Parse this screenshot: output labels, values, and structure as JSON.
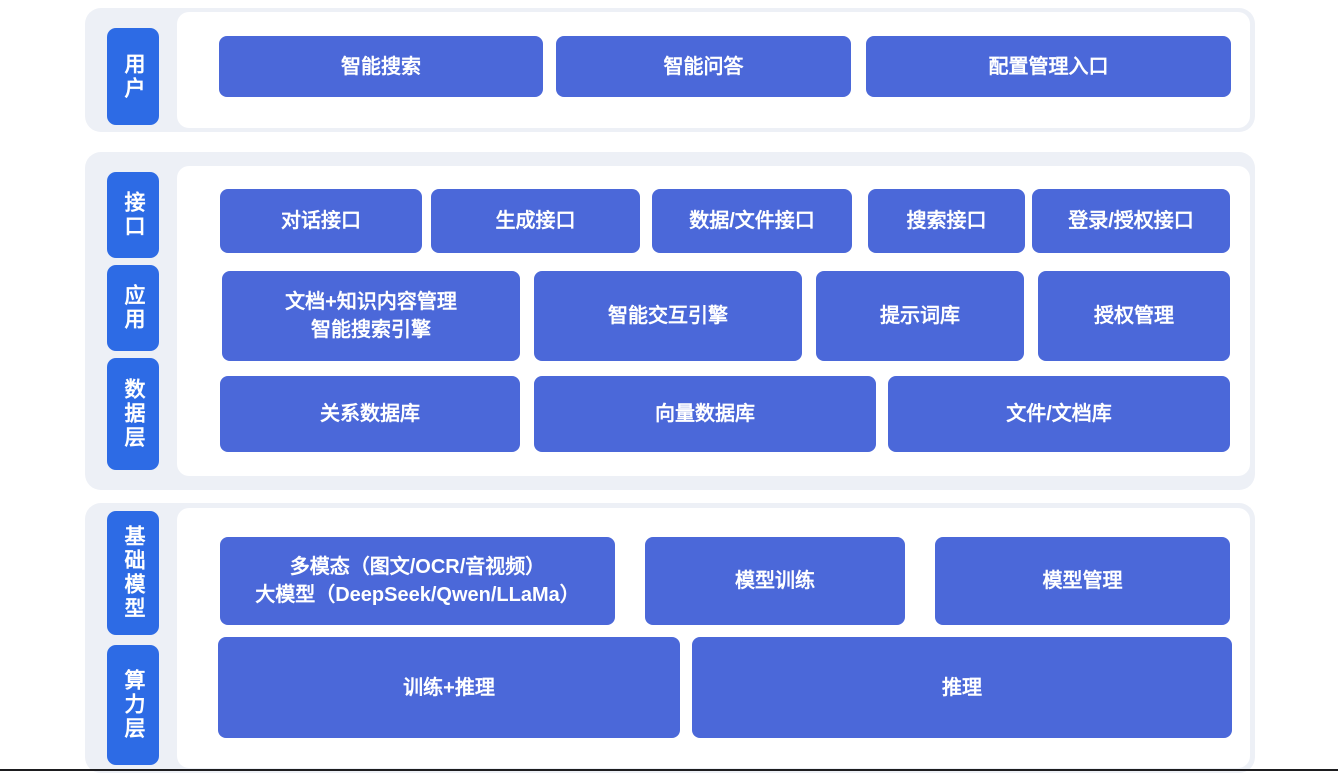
{
  "colors": {
    "section_bg": "#edf0f6",
    "panel_bg": "#ffffff",
    "label_blue": "#2d6be5",
    "box_blue": "#4b68d9",
    "text_white": "#ffffff"
  },
  "sections": [
    {
      "name": "user-layer",
      "layer_labels": [
        "用户"
      ],
      "rows": [
        {
          "boxes": [
            "智能搜索",
            "智能问答",
            "配置管理入口"
          ]
        }
      ]
    },
    {
      "name": "interface-application-data-layers",
      "layer_labels": [
        "接口",
        "应用",
        "数据层"
      ],
      "rows": [
        {
          "boxes": [
            "对话接口",
            "生成接口",
            "数据/文件接口",
            "搜索接口",
            "登录/授权接口"
          ]
        },
        {
          "boxes": [
            "文档+知识内容管理\n智能搜索引擎",
            "智能交互引擎",
            "提示词库",
            "授权管理"
          ]
        },
        {
          "boxes": [
            "关系数据库",
            "向量数据库",
            "文件/文档库"
          ]
        }
      ]
    },
    {
      "name": "model-compute-layers",
      "layer_labels": [
        "基础模型",
        "算力层"
      ],
      "rows": [
        {
          "boxes": [
            "多模态（图文/OCR/音视频）\n大模型（DeepSeek/Qwen/LLaMa）",
            "模型训练",
            "模型管理"
          ]
        },
        {
          "boxes": [
            "训练+推理",
            "推理"
          ]
        }
      ]
    }
  ]
}
